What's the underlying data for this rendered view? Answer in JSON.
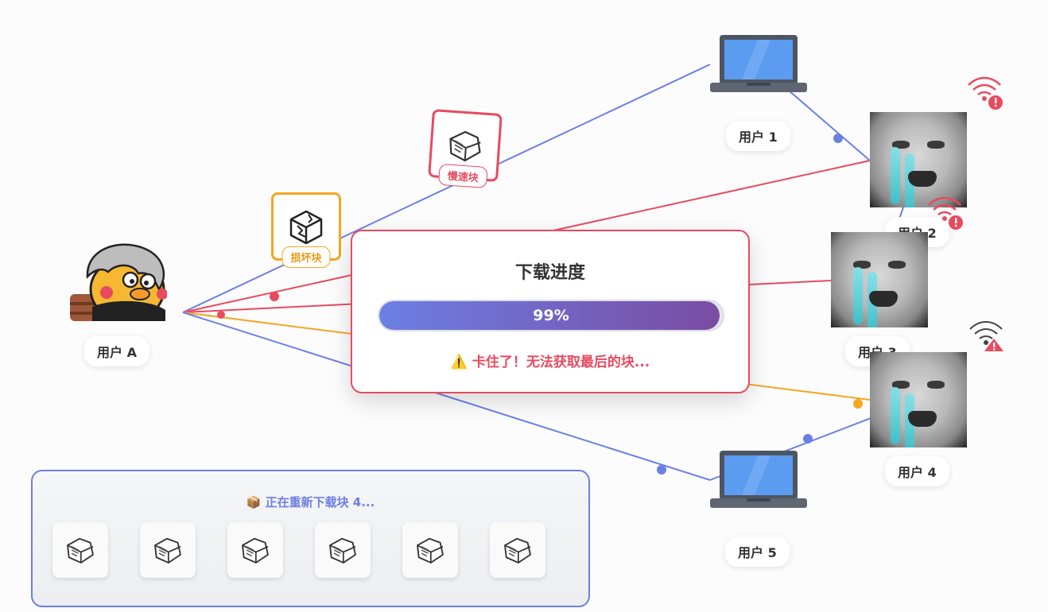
{
  "users": {
    "a": {
      "label": "用户 A"
    },
    "u1": {
      "label": "用户 1"
    },
    "u2": {
      "label": "用户 2"
    },
    "u3": {
      "label": "用户 3"
    },
    "u4": {
      "label": "用户 4"
    },
    "u5": {
      "label": "用户 5"
    }
  },
  "blocks": {
    "slow_label": "慢速块",
    "broken_label": "损坏块"
  },
  "progress": {
    "title": "下载进度",
    "value": 0.99,
    "text": "99%",
    "warning": "⚠️ 卡住了！无法获取最后的块..."
  },
  "redownload": {
    "title": "📦 正在重新下载块 4...",
    "block_count": 6
  },
  "colors": {
    "blue": "#6c7fe3",
    "red": "#e84a5f",
    "orange": "#f5a623",
    "purple": "#7a4ca3"
  },
  "icons": [
    "laptop-icon",
    "crying-face-avatar",
    "wifi-warning-icon",
    "file-block-icon",
    "broken-block-icon"
  ]
}
